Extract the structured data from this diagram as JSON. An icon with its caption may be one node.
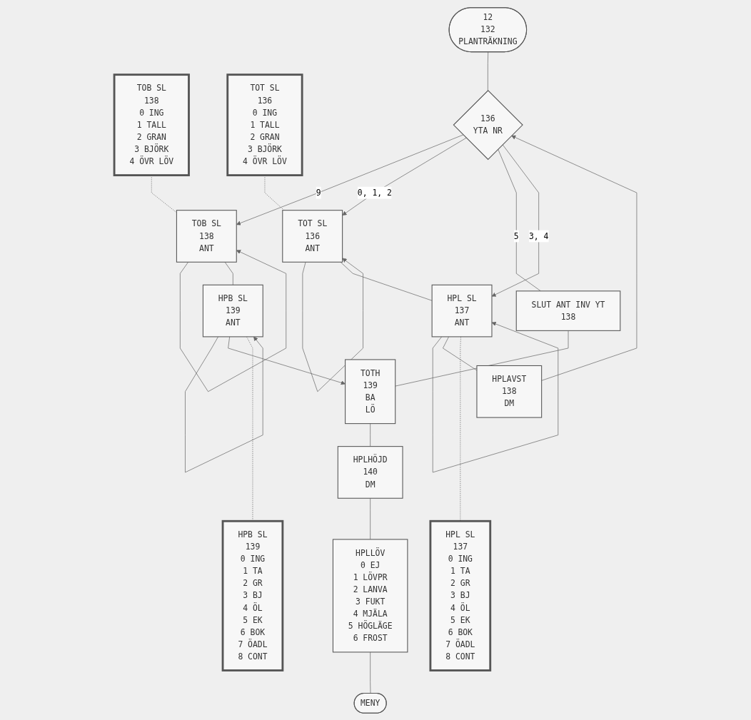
{
  "diagram": {
    "nodes": [
      {
        "text": [
          "12",
          "132",
          "PLANTRÄKNING"
        ]
      },
      {
        "text": [
          "TOB SL",
          "138",
          "0 ING",
          "1 TALL",
          "2 GRAN",
          "3 BJÖRK",
          "4 ÖVR LÖV"
        ]
      },
      {
        "text": [
          "TOT SL",
          "136",
          "0 ING",
          "1 TALL",
          "2 GRAN",
          "3 BJÖRK",
          "4 ÖVR LÖV"
        ]
      },
      {
        "text": [
          "136",
          "YTA NR"
        ]
      },
      {
        "text": [
          "TOB SL",
          "138",
          "ANT"
        ]
      },
      {
        "text": [
          "TOT SL",
          "136",
          "ANT"
        ]
      },
      {
        "text": [
          "SLUT ANT INV YT",
          "138"
        ]
      },
      {
        "text": [
          "HPB SL",
          "139",
          "ANT"
        ]
      },
      {
        "text": [
          "TOTH",
          "139",
          "BA",
          "LÖ"
        ]
      },
      {
        "text": [
          "HPL SL",
          "137",
          "ANT"
        ]
      },
      {
        "text": [
          "HPLAVST",
          "138",
          "DM"
        ]
      },
      {
        "text": [
          "HPB SL",
          "139",
          "0 ING",
          "1 TA",
          "2 GR",
          "3 BJ",
          "4 ÖL",
          "5 EK",
          "6 BOK",
          "7 ÖADL",
          "8 CONT"
        ]
      },
      {
        "text": [
          "HPLHÖJD",
          "140",
          "DM"
        ]
      },
      {
        "text": [
          "HPL SL",
          "137",
          "0 ING",
          "1 TA",
          "2 GR",
          "3 BJ",
          "4 ÖL",
          "5 EK",
          "6 BOK",
          "7 ÖADL",
          "8 CONT"
        ]
      },
      {
        "text": [
          "HPLLÖV",
          "0 EJ",
          "1 LÖVPR",
          "2 LANVA",
          "3 FUKT",
          "4 MJÄLA",
          "5 HÖGLÄGE",
          "6 FROST"
        ]
      },
      {
        "text": [
          "MENY"
        ]
      }
    ],
    "edges": [
      {
        "from": 0,
        "to": 3,
        "arrow": "none"
      },
      {
        "from": 3,
        "to": 4,
        "arrow": "to",
        "label": "9"
      },
      {
        "from": 3,
        "to": 5,
        "arrow": "to",
        "label": "0, 1, 2"
      },
      {
        "from": 3,
        "to": 6,
        "arrow": "none",
        "label": "5"
      },
      {
        "from": 3,
        "to": 9,
        "arrow": "to",
        "label": "3, 4"
      },
      {
        "from": 4,
        "to": 4,
        "arrow": "to"
      },
      {
        "from": 5,
        "to": 5,
        "arrow": "to"
      },
      {
        "from": 4,
        "to": 7,
        "arrow": "none"
      },
      {
        "from": 5,
        "to": 9,
        "arrow": "none"
      },
      {
        "from": 7,
        "to": 7,
        "arrow": "to"
      },
      {
        "from": 9,
        "to": 9,
        "arrow": "to"
      },
      {
        "from": 7,
        "to": 8,
        "arrow": "to"
      },
      {
        "from": 6,
        "to": 8,
        "arrow": "none"
      },
      {
        "from": 9,
        "to": 10,
        "arrow": "none"
      },
      {
        "from": 8,
        "to": 12,
        "arrow": "none"
      },
      {
        "from": 12,
        "to": 14,
        "arrow": "none"
      },
      {
        "from": 14,
        "to": 15,
        "arrow": "none"
      },
      {
        "from": 10,
        "to": 3,
        "arrow": "to"
      },
      {
        "from": 1,
        "to": 4,
        "arrow": "none",
        "style": "dashed"
      },
      {
        "from": 2,
        "to": 5,
        "arrow": "none",
        "style": "dashed"
      },
      {
        "from": 11,
        "to": 7,
        "arrow": "none",
        "style": "dashed"
      },
      {
        "from": 13,
        "to": 9,
        "arrow": "none",
        "style": "dashed"
      }
    ]
  }
}
